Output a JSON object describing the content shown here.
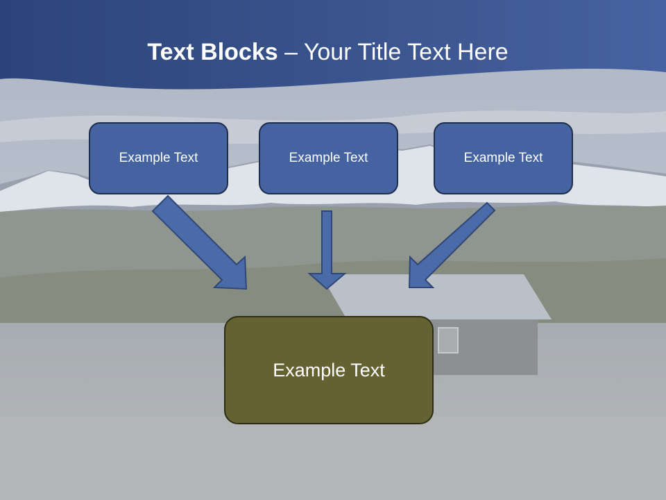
{
  "title": {
    "bold_part": "Text Blocks",
    "dash": " – ",
    "rest": "Your Title Text Here"
  },
  "blocks": [
    {
      "label": "Example Text"
    },
    {
      "label": "Example Text"
    },
    {
      "label": "Example Text"
    }
  ],
  "target": {
    "label": "Example Text"
  },
  "colors": {
    "banner": "#3f5a94",
    "block_fill": "#4463a0",
    "target_fill": "#656232",
    "arrow_fill": "#4b6aa8"
  }
}
